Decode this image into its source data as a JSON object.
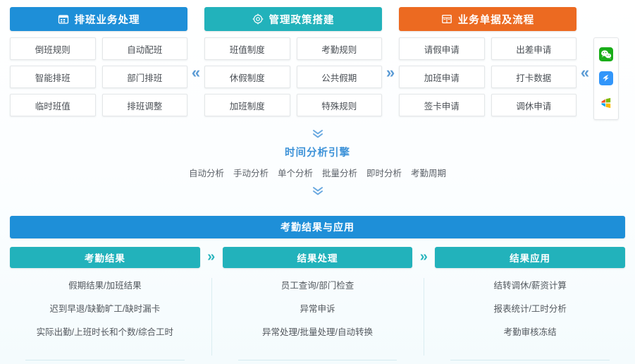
{
  "modules": [
    {
      "id": "scheduling",
      "title": "排班业务处理",
      "icon": "calendar-icon",
      "color": "#1e8fd8",
      "items": [
        "倒班规则",
        "自动配班",
        "智能排班",
        "部门排班",
        "临时班值",
        "排班调整"
      ]
    },
    {
      "id": "policy",
      "title": "管理政策搭建",
      "icon": "gear-icon",
      "color": "#22b2bb",
      "items": [
        "班值制度",
        "考勤规则",
        "休假制度",
        "公共假期",
        "加班制度",
        "特殊规则"
      ]
    },
    {
      "id": "documents",
      "title": "业务单据及流程",
      "icon": "form-icon",
      "color": "#ec6a21",
      "items": [
        "请假申请",
        "出差申请",
        "加班申请",
        "打卡数据",
        "签卡申请",
        "调休申请"
      ]
    }
  ],
  "separators": {
    "module_1_2": "«",
    "module_2_3": "»",
    "module_3_apps": "«"
  },
  "app_rail": [
    {
      "name": "wechat-icon",
      "label": "微信",
      "color": "#2dc100"
    },
    {
      "name": "dingtalk-icon",
      "label": "钉钉",
      "color": "#3296fa"
    },
    {
      "name": "windows-icon",
      "label": "Windows",
      "color": "#f25022"
    }
  ],
  "engine": {
    "arrow_top": "»",
    "arrow_bottom": "»",
    "title": "时间分析引擎",
    "tags": [
      "自动分析",
      "手动分析",
      "单个分析",
      "批量分析",
      "即时分析",
      "考勤周期"
    ]
  },
  "banner": {
    "title": "考勤结果与应用",
    "color": "#1e8fd8"
  },
  "results": {
    "arrow": "»",
    "columns": [
      {
        "id": "attendance-result",
        "title": "考勤结果",
        "lines": [
          "假期结果/加班结果",
          "迟到早退/缺勤旷工/缺时漏卡",
          "实际出勤/上班时长和个数/综合工时"
        ]
      },
      {
        "id": "result-processing",
        "title": "结果处理",
        "lines": [
          "员工查询/部门检查",
          "异常申诉",
          "异常处理/批量处理/自动转换"
        ]
      },
      {
        "id": "result-application",
        "title": "结果应用",
        "lines": [
          "结转调休/薪资计算",
          "报表统计/工时分析",
          "考勤审核冻结"
        ]
      }
    ]
  }
}
